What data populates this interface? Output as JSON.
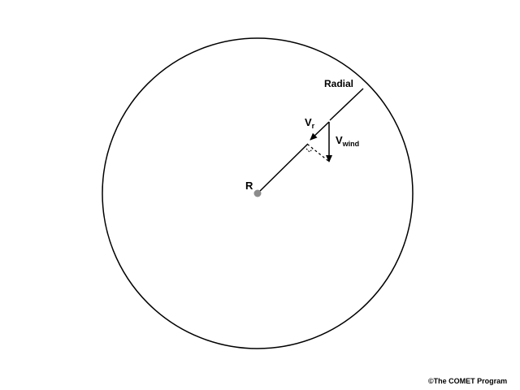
{
  "diagram": {
    "radar_label": "R",
    "radial_label": "Radial",
    "vr_label": {
      "main": "V",
      "sub": "r"
    },
    "vwind_label": {
      "main": "V",
      "sub": "wind"
    }
  },
  "copyright": "©The COMET Program",
  "colors": {
    "line": "#000000",
    "radar_dot": "#8c8c8c",
    "background": "#ffffff"
  }
}
